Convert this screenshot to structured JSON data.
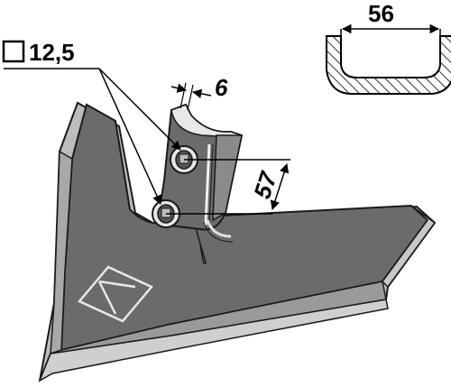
{
  "labels": {
    "square_dimension": "12,5",
    "thickness": "6",
    "hole_spacing": "57",
    "channel_width": "56"
  },
  "colors": {
    "blade_fill": "#6b6b6b",
    "blade_edge": "#d8d8d8",
    "outline": "#1a1a1a",
    "hatch": "#333333"
  },
  "icons": {
    "square_symbol": "square-icon",
    "logo": "diamond-logo-icon"
  }
}
